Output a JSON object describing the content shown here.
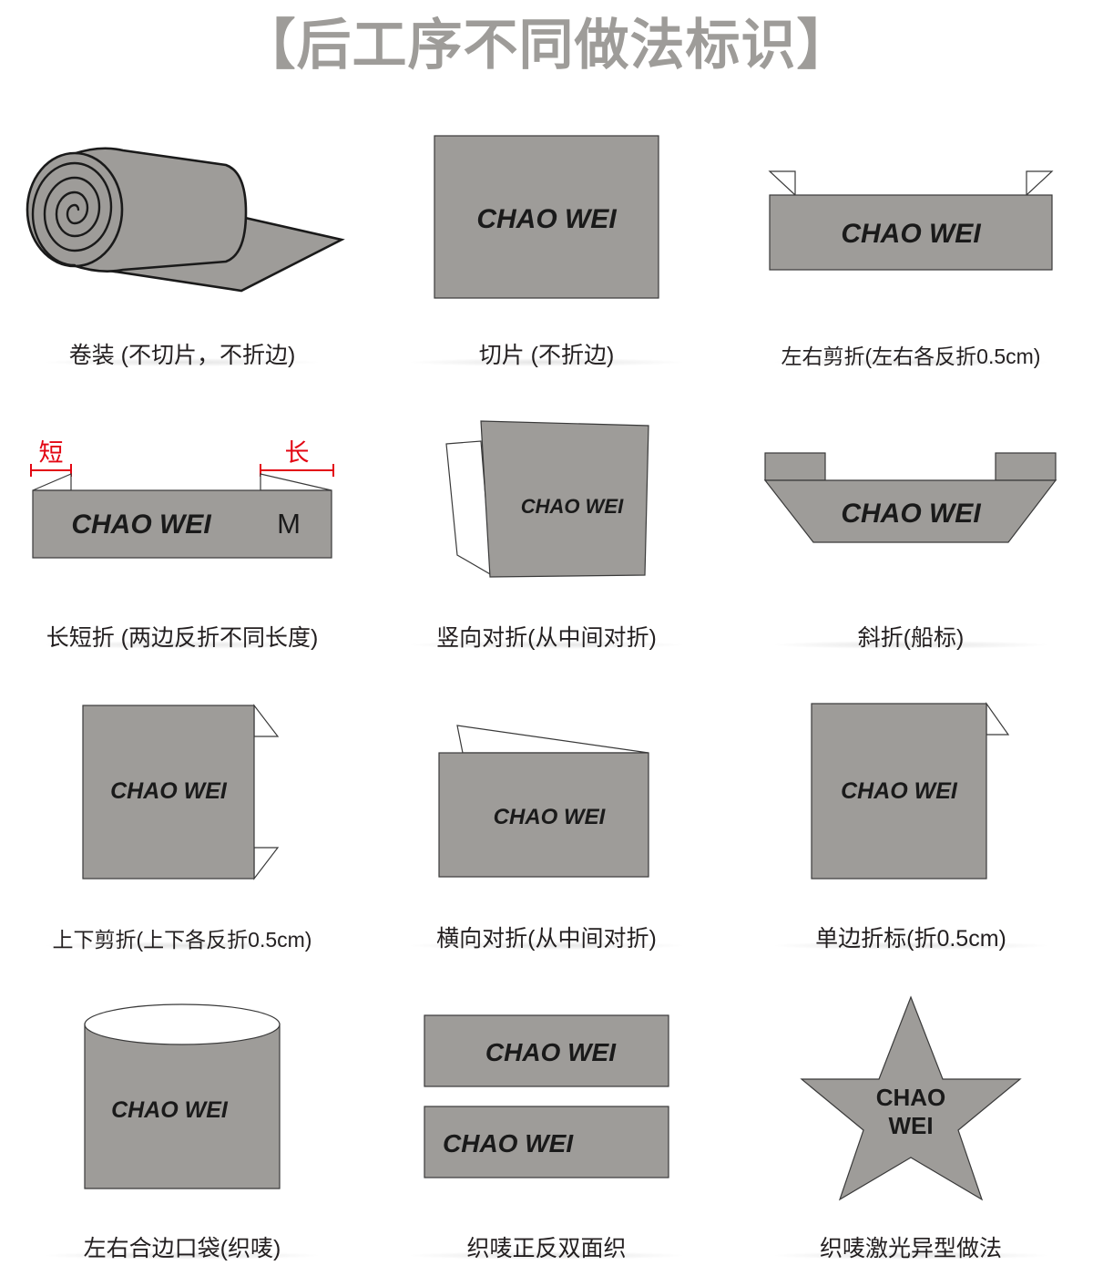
{
  "page": {
    "title": "【后工序不同做法标识】",
    "brand_logo": "CHAO WEI",
    "accent_color": "#9e9c99",
    "annotation_color": "#e30613",
    "text_color": "#231f20"
  },
  "items": [
    {
      "id": "roll",
      "icon": "fabric-roll-icon",
      "logo": "",
      "caption": "卷装 (不切片，不折边)"
    },
    {
      "id": "cut-piece",
      "icon": "flat-rectangle-label-icon",
      "logo": "CHAO WEI",
      "caption": "切片 (不折边)"
    },
    {
      "id": "left-right-cut-fold",
      "icon": "left-right-fold-label-icon",
      "logo": "CHAO WEI",
      "caption": "左右剪折(左右各反折0.5cm)"
    },
    {
      "id": "long-short-fold",
      "icon": "long-short-fold-label-icon",
      "logo": "CHAO WEI",
      "size_mark": "M",
      "annotations": {
        "left": "短",
        "right": "长"
      },
      "caption": "长短折 (两边反折不同长度)"
    },
    {
      "id": "vertical-fold",
      "icon": "vertical-fold-label-icon",
      "logo": "CHAO WEI",
      "caption": "竖向对折(从中间对折)"
    },
    {
      "id": "slant-fold-boat",
      "icon": "boat-label-icon",
      "logo": "CHAO WEI",
      "caption": "斜折(船标)"
    },
    {
      "id": "top-bottom-cut-fold",
      "icon": "top-bottom-fold-label-icon",
      "logo": "CHAO WEI",
      "caption": "上下剪折(上下各反折0.5cm)"
    },
    {
      "id": "horizontal-fold",
      "icon": "horizontal-fold-label-icon",
      "logo": "CHAO WEI",
      "caption": "横向对折(从中间对折)"
    },
    {
      "id": "single-edge-fold",
      "icon": "single-edge-fold-label-icon",
      "logo": "CHAO WEI",
      "caption": "单边折标(折0.5cm)"
    },
    {
      "id": "pocket-tube",
      "icon": "tube-pocket-label-icon",
      "logo": "CHAO WEI",
      "caption": "左右合边口袋(织唛)"
    },
    {
      "id": "double-sided-woven",
      "icon": "double-sided-label-icon",
      "logo_top": "CHAO WEI",
      "logo_bottom": "CHAO WEI",
      "caption": "织唛正反双面织"
    },
    {
      "id": "laser-cut-star",
      "icon": "star-label-icon",
      "logo_line1": "CHAO",
      "logo_line2": "WEI",
      "caption": "织唛激光异型做法"
    }
  ]
}
